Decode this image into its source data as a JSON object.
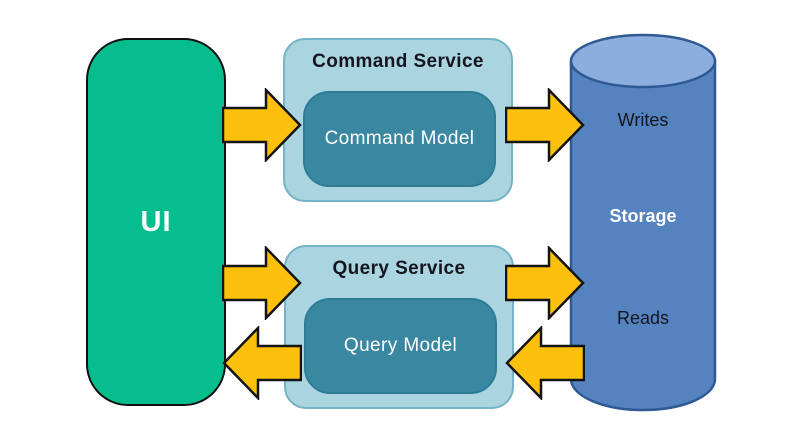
{
  "nodes": {
    "ui": {
      "label": "UI"
    },
    "command_service": {
      "label": "Command Service"
    },
    "command_model": {
      "label": "Command Model"
    },
    "query_service": {
      "label": "Query Service"
    },
    "query_model": {
      "label": "Query Model"
    },
    "storage": {
      "writes": "Writes",
      "title": "Storage",
      "reads": "Reads"
    }
  },
  "colors": {
    "background": "#FFFFFF",
    "ui_fill": "#06BE8D",
    "ui_border": "#111111",
    "service_fill": "#A9D4E0",
    "service_border": "#74B4C6",
    "model_fill": "#3A87A1",
    "model_border": "#2E7B95",
    "cylinder_fill": "#5583BF",
    "cylinder_top_fill": "#8CAEDE",
    "cylinder_border": "#2E5994",
    "arrow_fill": "#FCC00D",
    "arrow_border": "#141414",
    "label_dark": "#15151F",
    "label_light": "#FFFFFF"
  }
}
